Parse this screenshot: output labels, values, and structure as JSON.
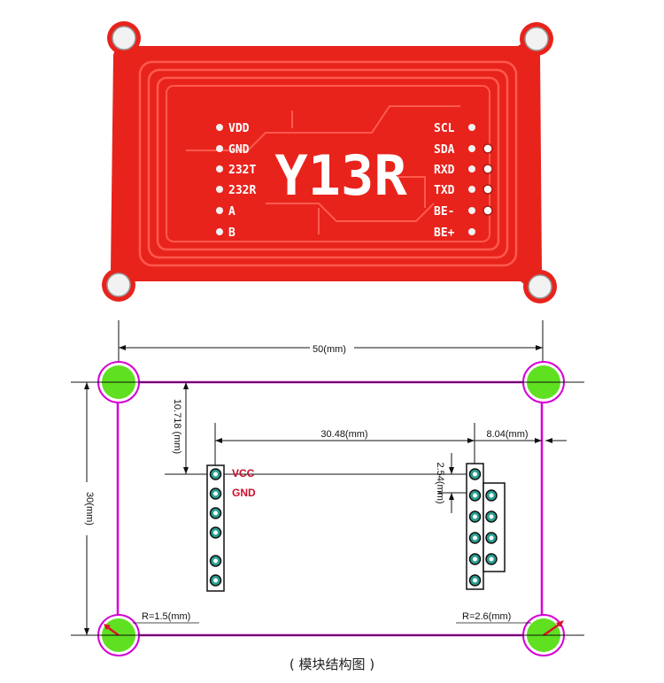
{
  "photo": {
    "model_text": "Y13R",
    "left_pins": [
      "VDD",
      "GND",
      "232T",
      "232R",
      "A",
      "B"
    ],
    "right_pins": [
      "SCL",
      "SDA",
      "RXD",
      "TXD",
      "BE-",
      "BE+"
    ],
    "board_color": "#e8231c"
  },
  "drawing": {
    "width_dim": "50(mm)",
    "height_dim": "30(mm)",
    "top_offset_dim": "10.718 (mm)",
    "pin_span_dim": "30.48(mm)",
    "right_offset_dim": "8.04(mm)",
    "pitch_dim": "2.54(mm)",
    "vcc_label": "VCC",
    "gnd_label": "GND",
    "radius_left": "R=1.5(mm)",
    "radius_right": "R=2.6(mm)",
    "outline_color": "#d400d4",
    "hole_color": "#5fe020"
  },
  "caption": "( 模块结构图 )"
}
